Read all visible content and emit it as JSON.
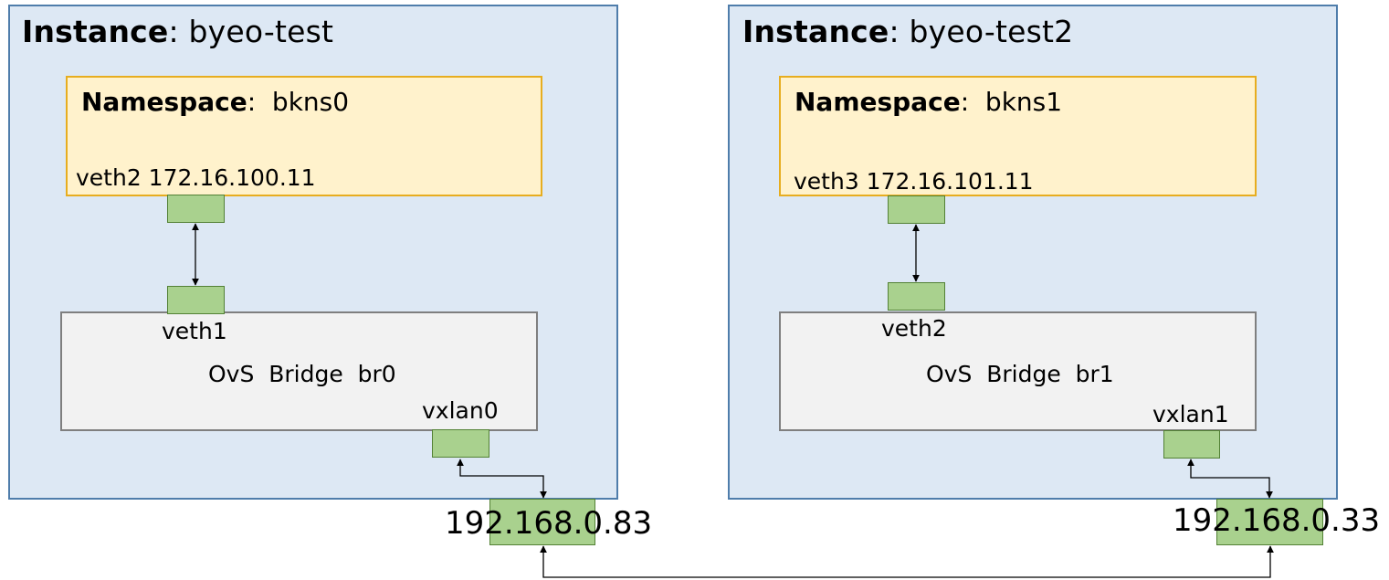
{
  "instances": [
    {
      "title_key": "Instance",
      "title_sep": ": ",
      "title_value": "byeo-test",
      "namespace": {
        "key": "Namespace",
        "sep": ":  ",
        "value": "bkns0"
      },
      "ns_iface": "veth2 172.16.100.11",
      "bridge_iface": "veth1",
      "bridge_name": "OvS  Bridge  br0",
      "vxlan": "vxlan0",
      "ip": "192.168.0.83"
    },
    {
      "title_key": "Instance",
      "title_sep": ": ",
      "title_value": "byeo-test2",
      "namespace": {
        "key": "Namespace",
        "sep": ":  ",
        "value": "bkns1"
      },
      "ns_iface": "veth3 172.16.101.11",
      "bridge_iface": "veth2",
      "bridge_name": "OvS  Bridge  br1",
      "vxlan": "vxlan1",
      "ip": "192.168.0.33"
    }
  ],
  "colors": {
    "instance_fill": "#dde8f4",
    "instance_border": "#4f7dab",
    "namespace_fill": "#fff2cc",
    "namespace_border": "#e7ad1f",
    "bridge_fill": "#f2f2f2",
    "bridge_border": "#7f7f7f",
    "port_fill": "#a9d18e",
    "port_border": "#538135"
  }
}
